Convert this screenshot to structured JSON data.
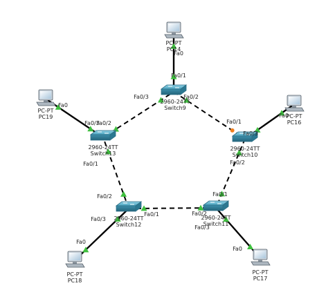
{
  "colors": {
    "link": "#000000",
    "port_up": "#3fbf3f",
    "port_down": "#f07f1f",
    "pc_link": "#000000"
  },
  "switches": [
    {
      "id": "Switch9",
      "model": "2960-24TT",
      "name": "Switch9"
    },
    {
      "id": "Switch10",
      "model": "2960-24TT",
      "name": "Switch10"
    },
    {
      "id": "Switch11",
      "model": "2960-24TT",
      "name": "Switch11"
    },
    {
      "id": "Switch12",
      "model": "2960-24TT",
      "name": "Switch12"
    },
    {
      "id": "Switch13",
      "model": "2960-24TT",
      "name": "Switch13"
    }
  ],
  "pcs": [
    {
      "id": "PC14",
      "model": "PC-PT",
      "name": "PC14"
    },
    {
      "id": "PC16",
      "model": "PC-PT",
      "name": "PC16"
    },
    {
      "id": "PC17",
      "model": "PC-PT",
      "name": "PC17"
    },
    {
      "id": "PC18",
      "model": "PC-PT",
      "name": "PC18"
    },
    {
      "id": "PC19",
      "model": "PC-PT",
      "name": "PC19"
    }
  ],
  "links": [
    {
      "id": "l1",
      "a": "Switch9",
      "b": "Switch10",
      "a_port": "Fa0/2",
      "b_port": "Fa0/1",
      "style": "dashed"
    },
    {
      "id": "l2",
      "a": "Switch10",
      "b": "Switch11",
      "a_port": "Fa0/2",
      "b_port": "Fa0/1",
      "style": "dashed"
    },
    {
      "id": "l3",
      "a": "Switch11",
      "b": "Switch12",
      "a_port": "Fa0/2",
      "b_port": "Fa0/1",
      "style": "dashed"
    },
    {
      "id": "l4",
      "a": "Switch12",
      "b": "Switch13",
      "a_port": "Fa0/2",
      "b_port": "Fa0/1",
      "style": "dashed"
    },
    {
      "id": "l5",
      "a": "Switch13",
      "b": "Switch9",
      "a_port": "Fa0/2",
      "b_port": "Fa0/3",
      "style": "dashed"
    },
    {
      "id": "l6",
      "a": "Switch9",
      "b": "PC14",
      "a_port": "Fa0/1",
      "b_port": "Fa0",
      "style": "solid"
    },
    {
      "id": "l7",
      "a": "Switch10",
      "b": "PC16",
      "a_port": "Fa0/3",
      "b_port": "Fa0",
      "style": "solid"
    },
    {
      "id": "l8",
      "a": "Switch11",
      "b": "PC17",
      "a_port": "Fa0/3",
      "b_port": "Fa0",
      "style": "solid"
    },
    {
      "id": "l9",
      "a": "Switch12",
      "b": "PC18",
      "a_port": "Fa0/3",
      "b_port": "Fa0",
      "style": "solid"
    },
    {
      "id": "l10",
      "a": "Switch13",
      "b": "PC19",
      "a_port": "Fa0/3",
      "b_port": "Fa0",
      "style": "solid"
    }
  ]
}
